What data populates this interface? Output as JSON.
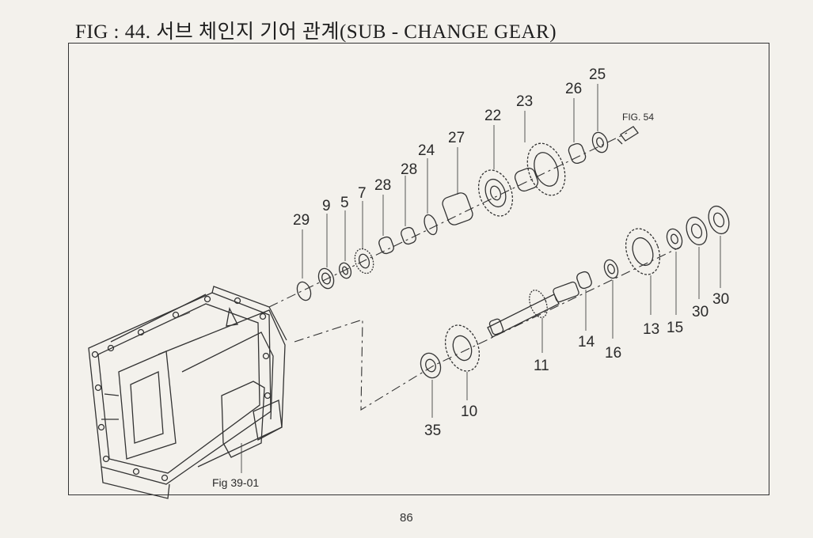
{
  "title": "FIG : 44. 서브 체인지 기어 관계(SUB - CHANGE GEAR)",
  "page_number": "86",
  "reference_case": "Fig 39-01",
  "reference_upper": "FIG. 54",
  "callouts": {
    "c29": "29",
    "c9": "9",
    "c5": "5",
    "c7": "7",
    "c28a": "28",
    "c28b": "28",
    "c24": "24",
    "c27": "27",
    "c22": "22",
    "c23": "23",
    "c26": "26",
    "c25": "25",
    "c35": "35",
    "c10": "10",
    "c11": "11",
    "c14": "14",
    "c16": "16",
    "c13": "13",
    "c15": "15",
    "c30a": "30",
    "c30b": "30"
  }
}
